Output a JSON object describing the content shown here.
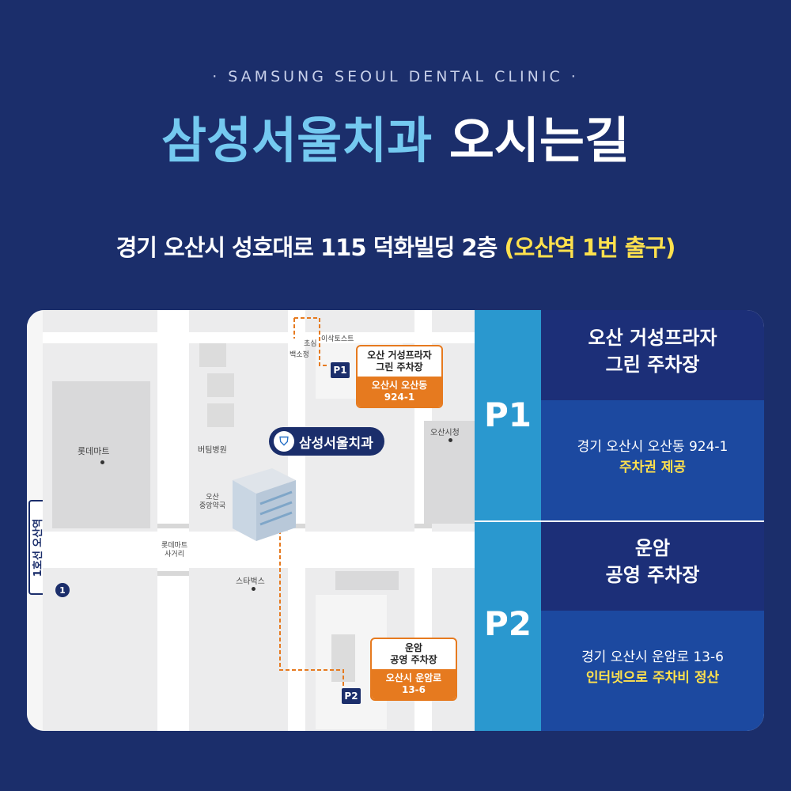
{
  "header": {
    "eyebrow": "· SAMSUNG SEOUL DENTAL CLINIC ·",
    "title_highlight": "삼성서울치과",
    "title_rest": "오시는길",
    "address": "경기 오산시 성호대로 115 덕화빌딩 2층",
    "address_exit": "(오산역 1번 출구)"
  },
  "map": {
    "rail_label": "1호선 오산역",
    "exit_number": "1",
    "clinic_pin": "삼성서울치과",
    "places": {
      "lotte_mart": "롯데마트",
      "butim": "버팀병원",
      "osan_pharmacy": "오산\n중앙약국",
      "lotte_crossroad": "롯데마트\n사거리",
      "starbucks": "스타벅스",
      "city_hall": "오산시청",
      "chosim": "초심",
      "isak": "이삭토스트",
      "baek": "백소정"
    },
    "p1": {
      "tag": "P1",
      "name": "오산 거성프라자\n그린 주차장",
      "addr": "오산시 오산동\n924-1"
    },
    "p2": {
      "tag": "P2",
      "name": "운암\n공영 주차장",
      "addr": "오산시 운암로\n13-6"
    }
  },
  "panel": {
    "p1": {
      "label": "P1",
      "name_line1": "오산 거성프라자",
      "name_line2": "그린 주차장",
      "address": "경기 오산시 오산동 924-1",
      "note": "주차권 제공"
    },
    "p2": {
      "label": "P2",
      "name_line1": "운암",
      "name_line2": "공영 주차장",
      "address": "경기 오산시 운암로 13-6",
      "note": "인터넷으로 주차비 정산"
    }
  },
  "colors": {
    "background": "#1b2e6b",
    "highlight": "#74c9f0",
    "yellow": "#ffe14d",
    "orange": "#e67a1f",
    "p_column": "#2a98cf"
  }
}
